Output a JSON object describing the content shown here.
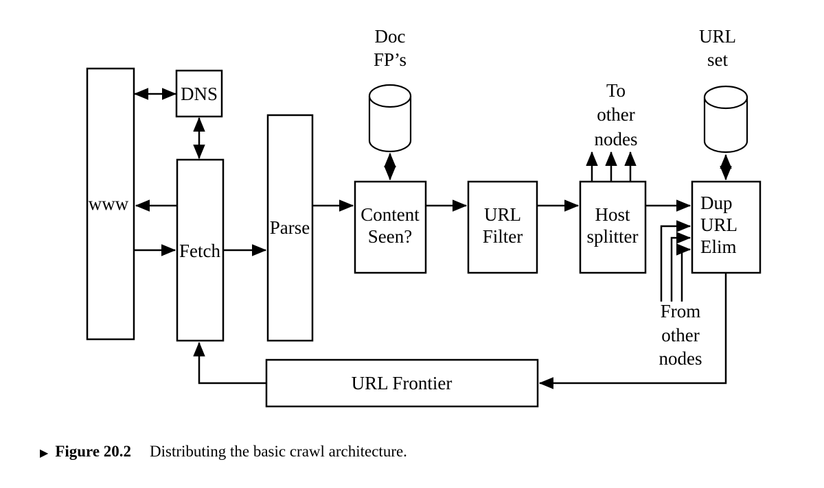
{
  "figure": {
    "caption": {
      "marker": "▶",
      "label": "Figure 20.2",
      "text": "Distributing the basic crawl architecture."
    }
  },
  "nodes": {
    "www": {
      "label": "www"
    },
    "dns": {
      "label": "DNS"
    },
    "fetch": {
      "label": "Fetch"
    },
    "parse": {
      "label": "Parse"
    },
    "content_seen": {
      "line1": "Content",
      "line2": "Seen?"
    },
    "url_filter": {
      "line1": "URL",
      "line2": "Filter"
    },
    "host_splitter": {
      "line1": "Host",
      "line2": "splitter"
    },
    "dup_url_elim": {
      "line1": "Dup",
      "line2": "URL",
      "line3": "Elim"
    },
    "url_frontier": {
      "label": "URL Frontier"
    }
  },
  "stores": {
    "doc_fps": {
      "line1": "Doc",
      "line2": "FP’s"
    },
    "url_set": {
      "line1": "URL",
      "line2": "set"
    }
  },
  "annotations": {
    "to_other_nodes": {
      "line1": "To",
      "line2": "other",
      "line3": "nodes"
    },
    "from_other_nodes": {
      "line1": "From",
      "line2": "other",
      "line3": "nodes"
    }
  },
  "colors": {
    "ink": "#000000",
    "background": "#ffffff"
  }
}
